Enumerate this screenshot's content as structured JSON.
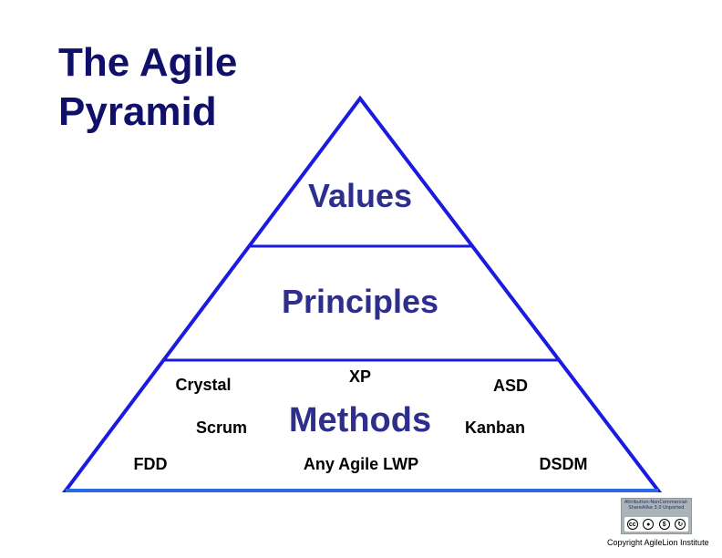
{
  "title": [
    "The Agile",
    "Pyramid"
  ],
  "levels": {
    "top": "Values",
    "middle": "Principles",
    "bottom": "Methods"
  },
  "methods": [
    "Crystal",
    "XP",
    "ASD",
    "Scrum",
    "Kanban",
    "FDD",
    "Any Agile LWP",
    "DSDM"
  ],
  "license": {
    "text": "Attribution-NonCommercial-ShareAlike 3.0 Unported",
    "icons": [
      "cc-icon",
      "by-icon",
      "nc-icon",
      "sa-icon"
    ]
  },
  "copyright": "Copyright AgileLion Institute",
  "colors": {
    "title": "#10106a",
    "pyramid_stroke": "#1a1ae0",
    "level_text": "#2e2e8c"
  }
}
